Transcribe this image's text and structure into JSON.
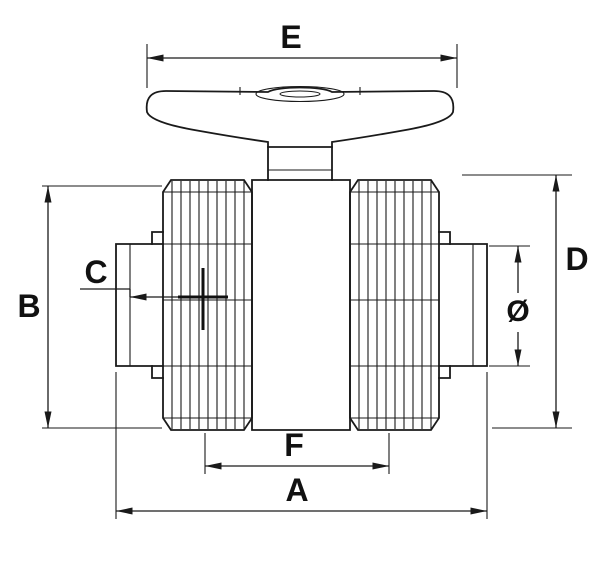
{
  "diagram": {
    "type": "technical-drawing",
    "subject": "Double-union ball valve dimensioned line drawing",
    "labels": {
      "E": "E",
      "D": "D",
      "B": "B",
      "C": "C",
      "diameter": "Ø",
      "F": "F",
      "A": "A"
    },
    "colors": {
      "line": "#1a1a1a",
      "background": "#ffffff"
    }
  }
}
